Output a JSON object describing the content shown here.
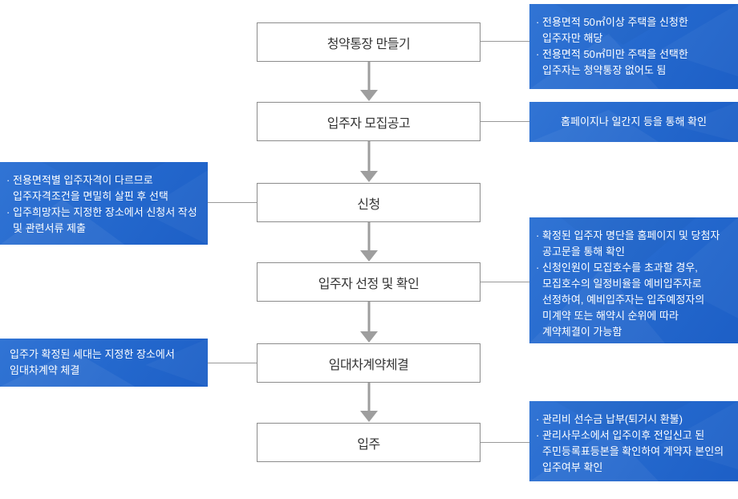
{
  "palette": {
    "note_blue_start": "#3174d4",
    "note_blue_mid": "#2468cd",
    "note_blue_end": "#1d5fc6",
    "box_border": "#8c8c8c",
    "arrow_gray": "#9e9e9e",
    "line_gray": "#999999",
    "step_text": "#333333",
    "note_text": "#ffffff"
  },
  "steps": [
    {
      "label": "청약통장 만들기"
    },
    {
      "label": "입주자 모집공고"
    },
    {
      "label": "신청"
    },
    {
      "label": "입주자 선정 및 확인"
    },
    {
      "label": "임대차계약체결"
    },
    {
      "label": "입주"
    }
  ],
  "notes": {
    "subscription_account": {
      "side": "right",
      "items": [
        "전용면적 50㎡이상 주택을 신청한 입주자만 해당",
        "전용면적 50㎡미만 주택을 선택한 입주자는 청약통장 없어도 됨"
      ]
    },
    "recruitment_notice": {
      "side": "right",
      "text": "홈페이지나 일간지 등을 통해 확인"
    },
    "application": {
      "side": "left",
      "items": [
        "전용면적별 입주자격이 다르므로 입주자격조건을 면밀히 살핀 후 선택",
        "입주희망자는 지정한 장소에서 신청서 작성 및 관련서류 제출"
      ]
    },
    "selection": {
      "side": "right",
      "items": [
        "확정된 입주자 명단을 홈페이지 및 당첨자 공고문을 통해 확인",
        "신청인원이 모집호수를 초과할 경우, 모집호수의 일정비율을 예비입주자로 선정하여, 예비입주자는 입주예정자의 미계약 또는 해약시 순위에 따라 계약체결이 가능함"
      ]
    },
    "lease_contract": {
      "side": "left",
      "text": "입주가 확정된 세대는 지정한 장소에서 임대차계약 체결"
    },
    "move_in": {
      "side": "right",
      "items": [
        "관리비 선수금 납부(퇴거시 환불)",
        "관리사무소에서 입주이후 전입신고 된 주민등록표등본을 확인하여 계약자 본인의 입주여부 확인"
      ]
    }
  }
}
